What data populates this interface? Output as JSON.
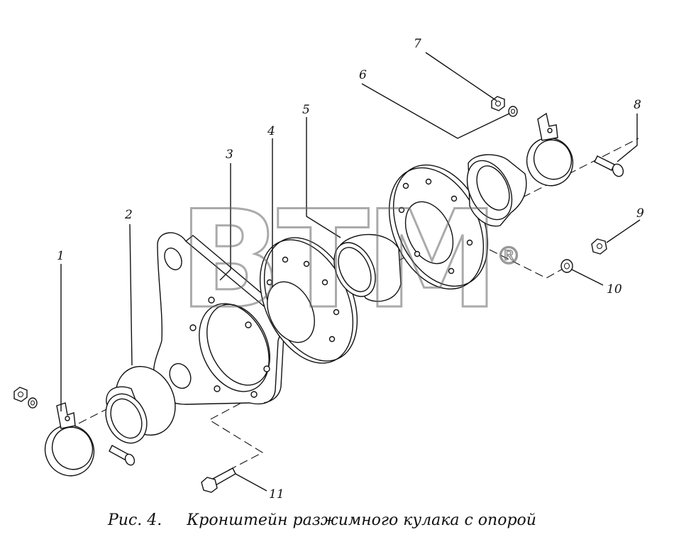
{
  "watermark": {
    "text": "BTM",
    "registered": "®"
  },
  "callouts": [
    {
      "id": "1",
      "text": "1"
    },
    {
      "id": "2",
      "text": "2"
    },
    {
      "id": "3",
      "text": "3"
    },
    {
      "id": "4",
      "text": "4"
    },
    {
      "id": "5",
      "text": "5"
    },
    {
      "id": "6",
      "text": "6"
    },
    {
      "id": "7",
      "text": "7"
    },
    {
      "id": "8",
      "text": "8"
    },
    {
      "id": "9",
      "text": "9"
    },
    {
      "id": "10",
      "text": "10"
    },
    {
      "id": "11",
      "text": "11"
    }
  ],
  "caption": {
    "figure": "Рис. 4.",
    "title": "Кронштейн разжимного кулака с опорой"
  },
  "colors": {
    "line": "#111111",
    "watermark": "#666666",
    "background": "#ffffff"
  }
}
